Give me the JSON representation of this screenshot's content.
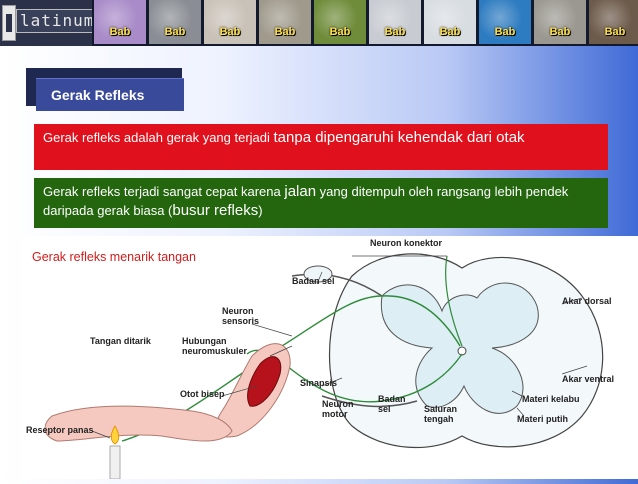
{
  "nav": {
    "logo_text": "latinum",
    "tabs": [
      {
        "label": "Bab",
        "thumb_color": "#a88bc8"
      },
      {
        "label": "Bab",
        "thumb_color": "#8a8e94"
      },
      {
        "label": "Bab",
        "thumb_color": "#c9c2b8"
      },
      {
        "label": "Bab",
        "thumb_color": "#a09a8c"
      },
      {
        "label": "Bab",
        "thumb_color": "#6f8c3a"
      },
      {
        "label": "Bab",
        "thumb_color": "#c8ccd2"
      },
      {
        "label": "Bab",
        "thumb_color": "#d8dde2"
      },
      {
        "label": "Bab",
        "thumb_color": "#2d7bc0"
      },
      {
        "label": "Bab",
        "thumb_color": "#9a9890"
      },
      {
        "label": "Bab",
        "thumb_color": "#6c5a4a"
      }
    ]
  },
  "title": "Gerak Refleks",
  "box1": {
    "pre": "Gerak refleks adalah gerak yang terjadi ",
    "emph": "tanpa dipengaruhi kehendak dari otak"
  },
  "box2": {
    "pre": "Gerak refleks terjadi sangat cepat karena ",
    "emph1": "jalan",
    "mid": " yang ditempuh oleh rangsang lebih pendek daripada gerak biasa (",
    "emph2": "busur refleks",
    "post": ")"
  },
  "figure": {
    "caption": "Gerak refleks menarik tangan",
    "labels": {
      "neuron_konektor": "Neuron konektor",
      "badan_sel_top": "Badan sel",
      "akar_dorsal": "Akar dorsal",
      "neuron_sensoris": "Neuron sensoris",
      "tangan_ditarik": "Tangan ditarik",
      "hubungan": "Hubungan neuromuskuler",
      "akar_ventral": "Akar ventral",
      "sinapsis": "Sinapsis",
      "otot_bisep": "Otot bisep",
      "neuron_motor": "Neuron motor",
      "badan_sel_bottom": "Badan sel",
      "saluran_tengah": "Saluran tengah",
      "materi_kelabu": "Materi kelabu",
      "materi_putih": "Materi putih",
      "reseptor_panas": "Reseptor panas"
    }
  }
}
